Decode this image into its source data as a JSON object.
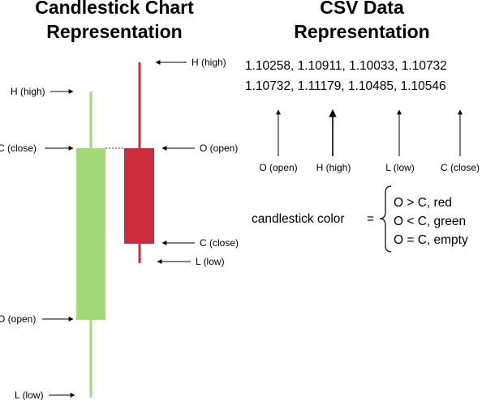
{
  "titles": {
    "left_line1": "Candlestick Chart",
    "left_line2": "Representation",
    "right_line1": "CSV Data",
    "right_line2": "Representation"
  },
  "green_candle": {
    "label_high": "H (high)",
    "label_close": "C (close)",
    "label_open": "O (open)",
    "label_low": "L (low)",
    "color": "#a3d977"
  },
  "red_candle": {
    "label_high": "H (high)",
    "label_open": "O (open)",
    "label_close": "C (close)",
    "label_low": "L (low)",
    "color": "#cc2d3c"
  },
  "csv": {
    "row1": "1.10258, 1.10911, 1.10033, 1.10732",
    "row2": "1.10732, 1.11179, 1.10485, 1.10546",
    "col_labels": [
      "O (open)",
      "H (high)",
      "L (low)",
      "C (close)"
    ]
  },
  "color_rule": {
    "lhs": "candlestick color",
    "equals": "=",
    "cases": [
      "O > C, red",
      "O < C, green",
      "O = C, empty"
    ]
  }
}
